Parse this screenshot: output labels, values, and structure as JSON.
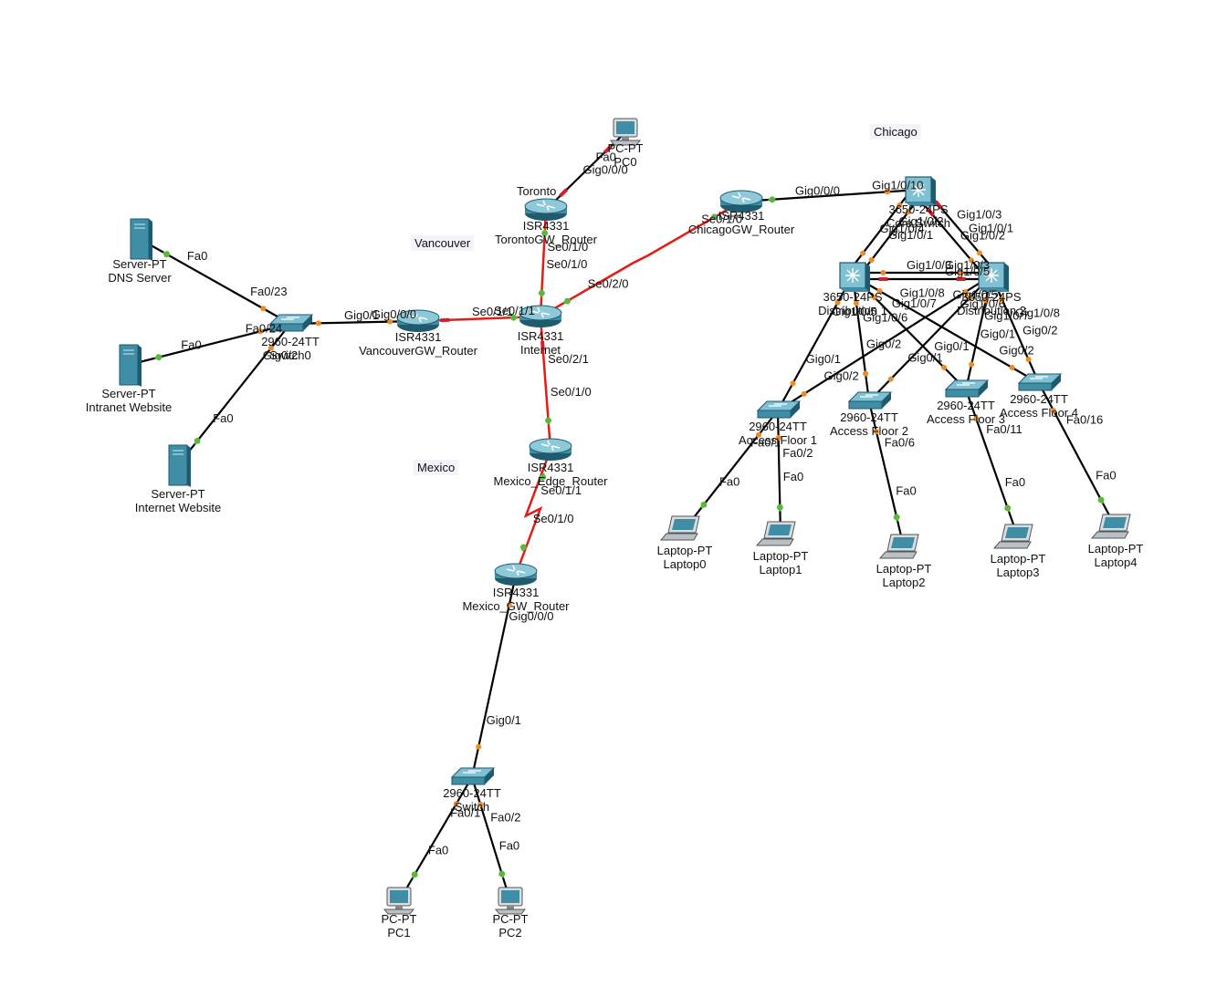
{
  "regions": [
    "Chicago",
    "Vancouver",
    "Mexico",
    "Toronto"
  ],
  "devices": {
    "pc0": [
      "PC-PT",
      "PC0"
    ],
    "toronto_router": [
      "ISR4331",
      "TorontoGW_Router"
    ],
    "internet": [
      "ISR4331",
      "Internet"
    ],
    "chicago_router": [
      "ISR4331",
      "ChicagoGW_Router"
    ],
    "vancouver_router": [
      "ISR4331",
      "VancouverGW_Router"
    ],
    "switch0": [
      "2960-24TT",
      "Switch0"
    ],
    "dns_server": [
      "Server-PT",
      "DNS Server"
    ],
    "intranet_server": [
      "Server-PT",
      "Intranet Website"
    ],
    "internet_server": [
      "Server-PT",
      "Internet Website"
    ],
    "mexico_edge": [
      "ISR4331",
      "Mexico_Edge_Router"
    ],
    "mexico_gw": [
      "ISR4331",
      "Mexico_GW_Router"
    ],
    "mexico_switch": [
      "2960-24TT",
      "Switch"
    ],
    "pc1": [
      "PC-PT",
      "PC1"
    ],
    "pc2": [
      "PC-PT",
      "PC2"
    ],
    "core_switch": [
      "3650-24PS",
      "Core Switch"
    ],
    "dist1": [
      "3650-24PS",
      "Distribution 1"
    ],
    "dist2": [
      "3650-24PS",
      "Distribution 2"
    ],
    "access_a": [
      "2960-24TT",
      "Access Floor 1"
    ],
    "access_b": [
      "2960-24TT",
      "Access Floor 2"
    ],
    "access_c": [
      "2960-24TT",
      "Access Floor 3"
    ],
    "access_d": [
      "2960-24TT",
      "Access Floor 4"
    ],
    "laptop0": [
      "Laptop-PT",
      "Laptop0"
    ],
    "laptop1": [
      "Laptop-PT",
      "Laptop1"
    ],
    "laptop2": [
      "Laptop-PT",
      "Laptop2"
    ],
    "laptop3": [
      "Laptop-PT",
      "Laptop3"
    ],
    "laptop4": [
      "Laptop-PT",
      "Laptop4"
    ]
  },
  "links": [
    {
      "a": "pc0",
      "b": "toronto_router",
      "type": "ethernet",
      "a_port": "Fa0",
      "b_port": "Gig0/0/0",
      "status": [
        "down",
        "down"
      ]
    },
    {
      "a": "toronto_router",
      "b": "internet",
      "type": "serial",
      "a_port": "Se0/1/0",
      "b_port": "Se0/1/0",
      "status": [
        "up",
        "up"
      ]
    },
    {
      "a": "vancouver_router",
      "b": "internet",
      "type": "serial",
      "a_port": "Se0/1/1",
      "b_port": "Se0/1/1",
      "status": [
        "down",
        "up"
      ]
    },
    {
      "a": "internet",
      "b": "chicago_router",
      "type": "serial",
      "a_port": "Se0/2/0",
      "b_port": "Se0/1/0",
      "status": [
        "up",
        "up"
      ]
    },
    {
      "a": "internet",
      "b": "mexico_edge",
      "type": "serial",
      "a_port": "Se0/2/1",
      "b_port": "Se0/1/0",
      "status": [
        "down",
        "up"
      ]
    },
    {
      "a": "mexico_edge",
      "b": "mexico_gw",
      "type": "serial",
      "a_port": "Se0/1/1",
      "b_port": "Se0/1/0",
      "status": [
        "up",
        "up"
      ]
    },
    {
      "a": "switch0",
      "b": "vancouver_router",
      "type": "ethernet",
      "a_port": "Gig0/1",
      "b_port": "Gig0/0/0",
      "status": [
        "pending",
        "pending"
      ]
    },
    {
      "a": "dns_server",
      "b": "switch0",
      "type": "ethernet",
      "a_port": "Fa0",
      "b_port": "Fa0/23",
      "status": [
        "up",
        "pending"
      ]
    },
    {
      "a": "intranet_server",
      "b": "switch0",
      "type": "ethernet",
      "a_port": "Fa0",
      "b_port": "Fa0/24",
      "status": [
        "up",
        "pending"
      ]
    },
    {
      "a": "internet_server",
      "b": "switch0",
      "type": "ethernet",
      "a_port": "Fa0",
      "b_port": "Gig0/2",
      "status": [
        "up",
        "pending"
      ]
    },
    {
      "a": "chicago_router",
      "b": "core_switch",
      "type": "ethernet",
      "a_port": "Gig0/0/0",
      "b_port": "Gig1/0/10",
      "status": [
        "up",
        "pending"
      ]
    },
    {
      "a": "core_switch",
      "b": "dist1",
      "type": "ethernet",
      "a_port": "Gig1/0/2",
      "b_port": "Gig1/0/1",
      "status": [
        "pending",
        "pending"
      ]
    },
    {
      "a": "core_switch",
      "b": "dist1",
      "type": "ethernet",
      "a_port": "",
      "b_port": "Gig1/0/4",
      "status": [
        "pending",
        "pending"
      ]
    },
    {
      "a": "core_switch",
      "b": "dist2",
      "type": "ethernet",
      "a_port": "Gig1/0/3",
      "b_port": "Gig1/0/1",
      "status": [
        "down",
        "pending"
      ]
    },
    {
      "a": "core_switch",
      "b": "dist2",
      "type": "ethernet",
      "a_port": "",
      "b_port": "Gig1/0/2",
      "status": [
        "down",
        "pending"
      ]
    },
    {
      "a": "dist1",
      "b": "dist2",
      "type": "ethernet",
      "a_port": "Gig1/0/3",
      "b_port": "Gig1/0/3",
      "status": [
        "pending",
        "pending"
      ]
    },
    {
      "a": "dist1",
      "b": "dist2",
      "type": "ethernet",
      "a_port": "",
      "b_port": "Gig1/0/5",
      "status": [
        "down",
        "down"
      ]
    },
    {
      "a": "dist1",
      "b": "access_a",
      "type": "ethernet",
      "a_port": "Gig1/0/5",
      "b_port": "Gig0/1",
      "status": [
        "pending",
        "pending"
      ]
    },
    {
      "a": "dist1",
      "b": "access_b",
      "type": "ethernet",
      "a_port": "Gig1/0/6",
      "b_port": "Gig0/2",
      "status": [
        "pending",
        "pending"
      ]
    },
    {
      "a": "dist1",
      "b": "access_c",
      "type": "ethernet",
      "a_port": "Gig1/0/7",
      "b_port": "Gig0/1",
      "status": [
        "pending",
        "pending"
      ]
    },
    {
      "a": "dist1",
      "b": "access_d",
      "type": "ethernet",
      "a_port": "Gig1/0/8",
      "b_port": "Gig0/2",
      "status": [
        "pending",
        "pending"
      ]
    },
    {
      "a": "dist2",
      "b": "access_a",
      "type": "ethernet",
      "a_port": "Gig1/0/5",
      "b_port": "Gig0/2",
      "status": [
        "pending",
        "pending"
      ]
    },
    {
      "a": "dist2",
      "b": "access_b",
      "type": "ethernet",
      "a_port": "Gig1/0/6",
      "b_port": "Gig0/1",
      "status": [
        "pending",
        "pending"
      ]
    },
    {
      "a": "dist2",
      "b": "access_c",
      "type": "ethernet",
      "a_port": "Gig1/0/7",
      "b_port": "Gig0/1",
      "status": [
        "pending",
        "pending"
      ]
    },
    {
      "a": "dist2",
      "b": "access_d",
      "type": "ethernet",
      "a_port": "Gig1/0/8",
      "b_port": "Gig0/2",
      "status": [
        "pending",
        "pending"
      ]
    },
    {
      "a": "access_a",
      "b": "laptop0",
      "type": "ethernet",
      "a_port": "Fa0/1",
      "b_port": "Fa0",
      "status": [
        "pending",
        "up"
      ]
    },
    {
      "a": "access_a",
      "b": "laptop1",
      "type": "ethernet",
      "a_port": "Fa0/2",
      "b_port": "Fa0",
      "status": [
        "pending",
        "up"
      ]
    },
    {
      "a": "access_b",
      "b": "laptop2",
      "type": "ethernet",
      "a_port": "Fa0/6",
      "b_port": "Fa0",
      "status": [
        "pending",
        "up"
      ]
    },
    {
      "a": "access_c",
      "b": "laptop3",
      "type": "ethernet",
      "a_port": "Fa0/11",
      "b_port": "Fa0",
      "status": [
        "pending",
        "up"
      ]
    },
    {
      "a": "access_d",
      "b": "laptop4",
      "type": "ethernet",
      "a_port": "Fa0/16",
      "b_port": "Fa0",
      "status": [
        "pending",
        "up"
      ]
    },
    {
      "a": "mexico_gw",
      "b": "mexico_switch",
      "type": "ethernet",
      "a_port": "Gig0/0/0",
      "b_port": "Gig0/1",
      "status": [
        "pending",
        "pending"
      ]
    },
    {
      "a": "mexico_switch",
      "b": "pc1",
      "type": "ethernet",
      "a_port": "Fa0/1",
      "b_port": "Fa0",
      "status": [
        "pending",
        "up"
      ]
    },
    {
      "a": "mexico_switch",
      "b": "pc2",
      "type": "ethernet",
      "a_port": "Fa0/2",
      "b_port": "Fa0",
      "status": [
        "pending",
        "up"
      ]
    }
  ],
  "colors": {
    "ethernet": "#000000",
    "serial": "#e41b17",
    "up": "#5cb83a",
    "pending": "#f08a24",
    "down": "#d21f2d",
    "device_teal": "#3f8ea6",
    "device_dark": "#1f5a6e"
  }
}
